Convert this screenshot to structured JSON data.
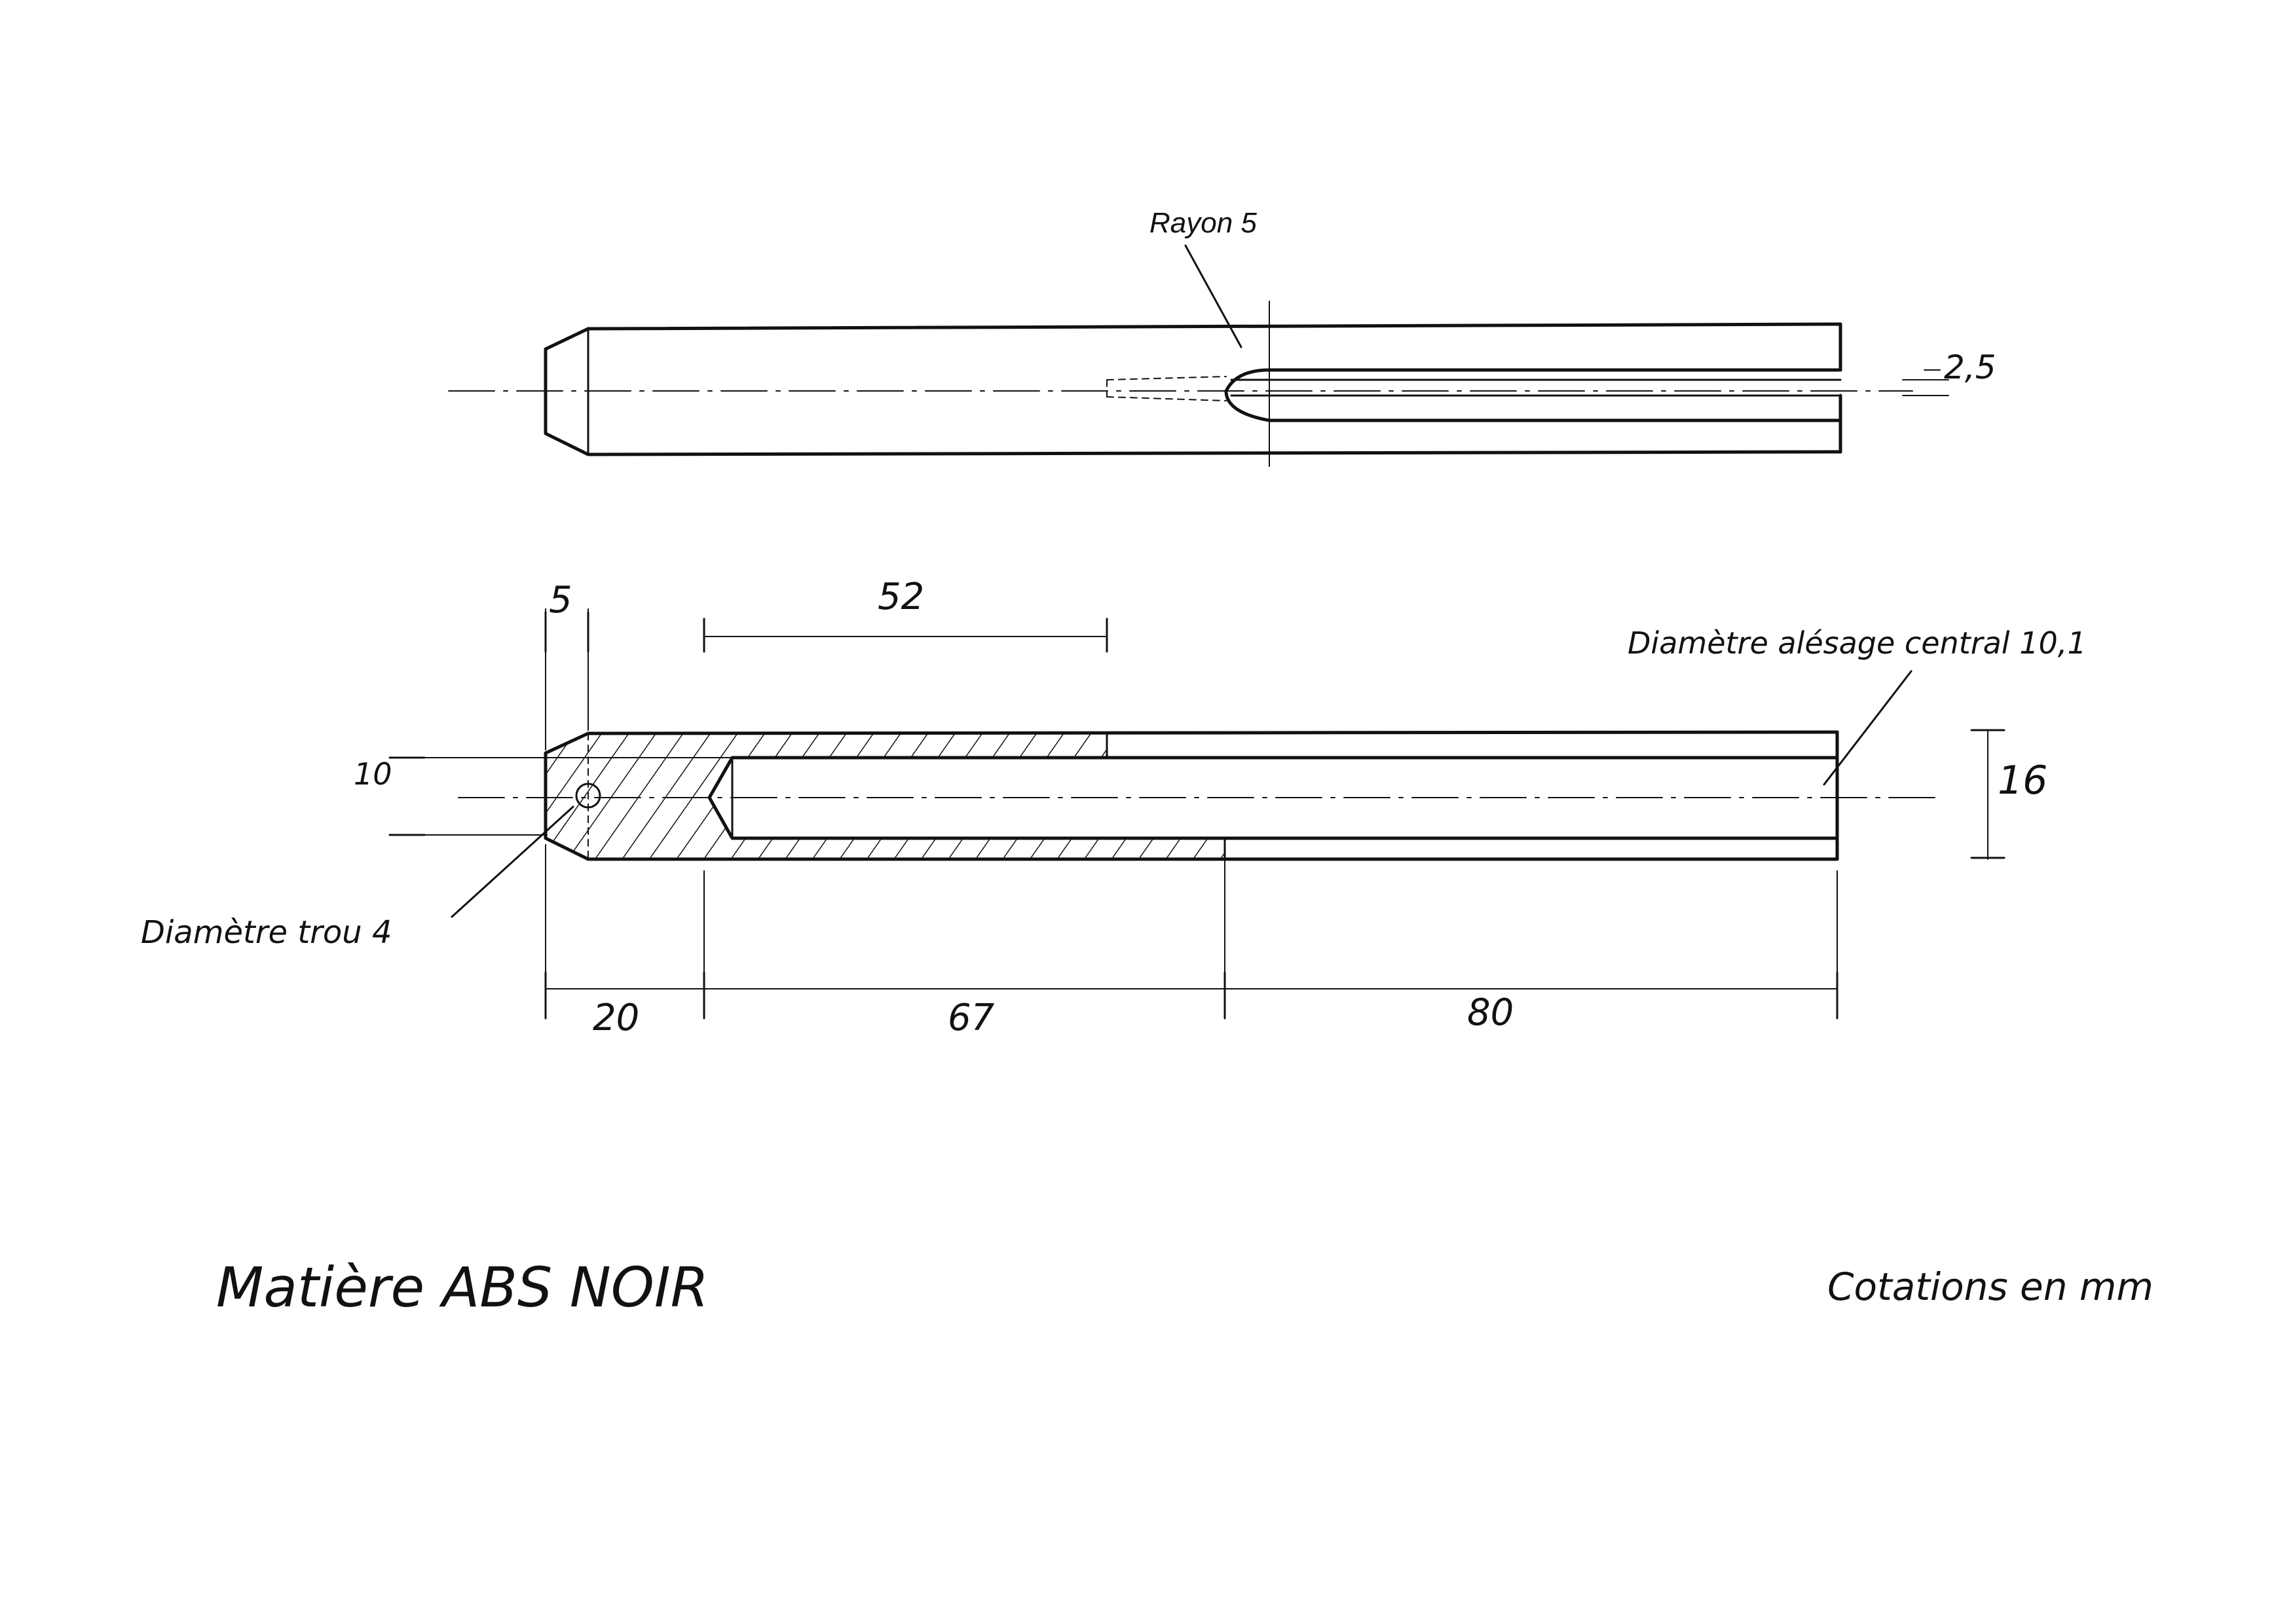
{
  "top_view": {
    "radius_label": "Rayon 5",
    "slot_width_label": "2,5"
  },
  "section_view": {
    "dim_5": "5",
    "dim_52": "52",
    "dim_10": "10",
    "dim_16": "16",
    "dim_20": "20",
    "dim_67": "67",
    "dim_80": "80",
    "bore_label": "Diamètre alésage central 10,1",
    "hole_label": "Diamètre trou 4"
  },
  "notes": {
    "material": "Matière ABS NOIR",
    "units": "Cotations en mm"
  }
}
